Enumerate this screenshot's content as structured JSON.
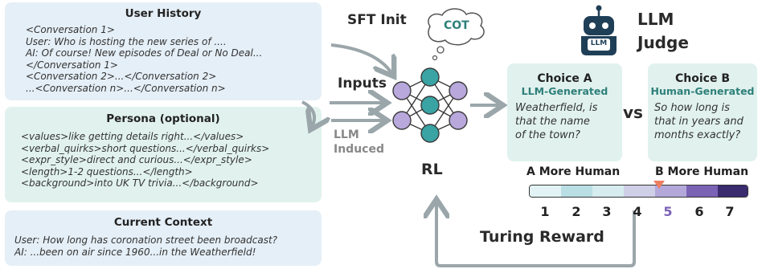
{
  "user_history": {
    "title": "User History",
    "lines": [
      "<Conversation 1>",
      "User: Who is hosting the new series of ....",
      "AI: Of course! New episodes of Deal or No Deal...",
      "</Conversation 1>",
      "<Conversation 2>...</Conversation 2>",
      "...<Conversation n>...</Conversation n>"
    ]
  },
  "persona": {
    "title": "Persona (optional)",
    "lines": [
      "<values>like getting details right...</values>",
      "<verbal_quirks>short questions...</verbal_quirks>",
      "<expr_style>direct and curious...</expr_style>",
      "<length>1-2 questions...</length>",
      "<background>into UK TV trivia...</background>"
    ]
  },
  "current_context": {
    "title": "Current Context",
    "lines": [
      "User: How long has coronation street been broadcast?",
      "AI: ...been on air since 1960...in the Weatherfield!"
    ]
  },
  "labels": {
    "sft_init": "SFT Init",
    "cot": "COT",
    "inputs": "Inputs",
    "llm_induced_1": "LLM",
    "llm_induced_2": "Induced",
    "rl": "RL",
    "judge_1": "LLM",
    "judge_2": "Judge",
    "robot_badge": "LLM",
    "vs": "vs",
    "turing_reward": "Turing Reward"
  },
  "choice_a": {
    "title": "Choice A",
    "subtitle": "LLM-Generated",
    "lines": [
      "Weatherfield, is",
      "that the name",
      "of the town?"
    ]
  },
  "choice_b": {
    "title": "Choice B",
    "subtitle": "Human-Generated",
    "lines": [
      "So how long is",
      "that in years and",
      "months exactly?"
    ]
  },
  "scale": {
    "left_label": "A More Human",
    "right_label": "B More Human",
    "numbers": [
      "1",
      "2",
      "3",
      "4",
      "5",
      "6",
      "7"
    ],
    "selected": 5,
    "colors": [
      "#e3f3f5",
      "#b9dfe5",
      "#d6ecef",
      "#cfcfe8",
      "#b3a8d9",
      "#7a62b5",
      "#3a2a6e"
    ]
  },
  "colors": {
    "blue_panel": "#e5eff7",
    "green_panel": "#e1f2ee",
    "teal_node": "#3aa3a3",
    "purple_node": "#b8a8dc",
    "marker": "#ee7d60"
  }
}
